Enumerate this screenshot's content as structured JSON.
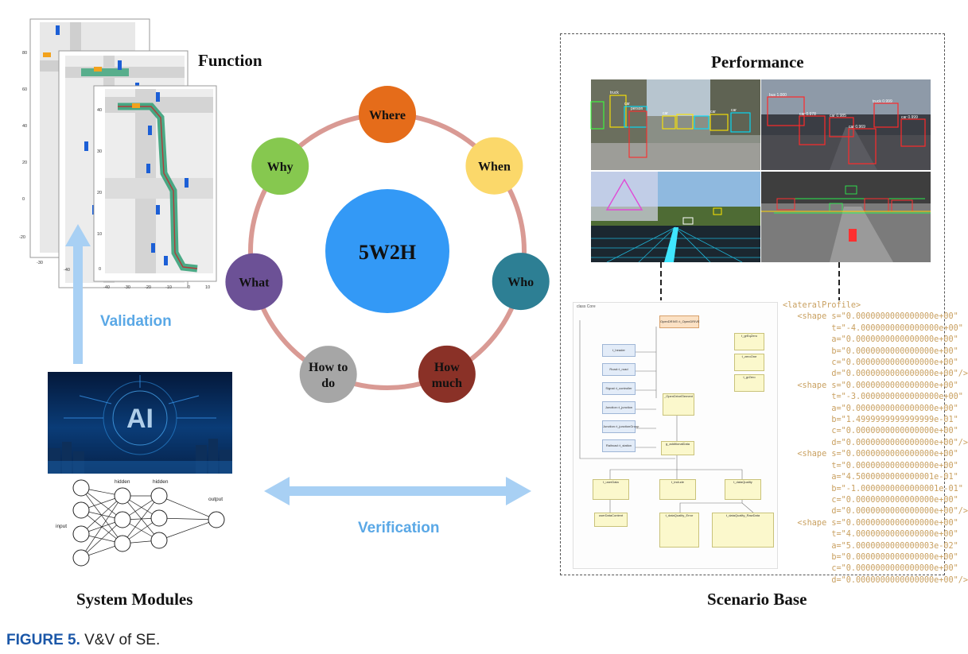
{
  "sections": {
    "function": "Function",
    "performance": "Performance",
    "system_modules": "System Modules",
    "scenario_base": "Scenario Base"
  },
  "arrows": {
    "validation": "Validation",
    "verification": "Verification"
  },
  "wheel": {
    "center": "5W2H",
    "nodes": [
      {
        "label": "Where",
        "color": "#e56c1a"
      },
      {
        "label": "When",
        "color": "#fbd86a"
      },
      {
        "label": "Who",
        "color": "#2d7f94"
      },
      {
        "label": "How much",
        "color": "#8a3127"
      },
      {
        "label": "How to do",
        "color": "#a6a6a6"
      },
      {
        "label": "What",
        "color": "#6c5196"
      },
      {
        "label": "Why",
        "color": "#86c84f"
      }
    ]
  },
  "function_plots": {
    "back_y_ticks": [
      "80",
      "60",
      "40",
      "20",
      "0",
      "-20"
    ],
    "back_x_ticks": [
      "-30"
    ],
    "mid_x_ticks": [
      "-40"
    ],
    "front_y_ticks": [
      "40",
      "30",
      "20",
      "10",
      "0"
    ],
    "front_x_ticks": [
      "-40",
      "-30",
      "-20",
      "-10",
      "0",
      "10"
    ]
  },
  "neural_net": {
    "input": "input",
    "hidden1": "hidden",
    "hidden2": "hidden",
    "output": "output"
  },
  "detections": {
    "tl": [
      "truck",
      "car",
      "car",
      "person",
      "car",
      "car"
    ],
    "tr": [
      "bus 1.000",
      "car 0.978",
      "car 0.985",
      "truck 0.999",
      "car 0.999",
      "car 0.969"
    ]
  },
  "uml": {
    "title": "class Core",
    "boxes": [
      "OpenDRIVE::t_OpenDRIVE",
      "t_header",
      "Road::t_road",
      "Signal::t_controller",
      "Junction::t_junction",
      "Junction::t_junctionGroup",
      "Railroad::t_station",
      "t_dataQuality",
      "t_userData",
      "t_include",
      "t_dataQuality_Error",
      "t_dataQuality_RawData",
      "_OpenDriveElement",
      "g_additionalData",
      "userDataContent",
      "t_grEqZero",
      "t_zeroOne",
      "t_grZero"
    ]
  },
  "code": [
    "<lateralProfile>",
    "   <shape s=\"0.0000000000000000e+00\"",
    "          t=\"-4.0000000000000000e+00\"",
    "          a=\"0.0000000000000000e+00\"",
    "          b=\"0.0000000000000000e+00\"",
    "          c=\"0.0000000000000000e+00\"",
    "          d=\"0.0000000000000000e+00\"/>",
    "   <shape s=\"0.0000000000000000e+00\"",
    "          t=\"-3.0000000000000000e+00\"",
    "          a=\"0.0000000000000000e+00\"",
    "          b=\"1.4999999999999999e-01\"",
    "          c=\"0.0000000000000000e+00\"",
    "          d=\"0.0000000000000000e+00\"/>",
    "   <shape s=\"0.0000000000000000e+00\"",
    "          t=\"0.0000000000000000e+00\"",
    "          a=\"4.5000000000000001e-01\"",
    "          b=\"-1.0000000000000001e-01\"",
    "          c=\"0.0000000000000000e+00\"",
    "          d=\"0.0000000000000000e+00\"/>",
    "   <shape s=\"0.0000000000000000e+00\"",
    "          t=\"4.0000000000000000e+00\"",
    "          a=\"5.0000000000000003e-02\"",
    "          b=\"0.0000000000000000e+00\"",
    "          c=\"0.0000000000000000e+00\"",
    "          d=\"0.0000000000000000e+00\"/>"
  ],
  "caption": {
    "figure": "FIGURE 5.",
    "text": " V&V of SE."
  }
}
